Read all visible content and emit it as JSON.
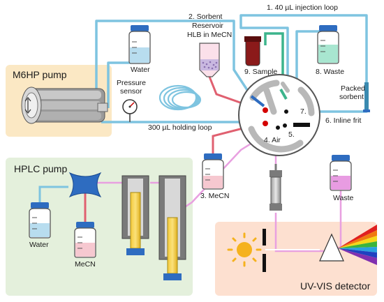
{
  "title": "",
  "panels": {
    "pump_m6hp": "M6HP pump",
    "hplc": "HPLC pump",
    "uv": "UV-VIS detector"
  },
  "labels": {
    "water_top": "Water",
    "pressure_line1": "Pressure",
    "pressure_line2": "sensor",
    "holding_loop": "300 µL holding loop",
    "sorbent_line1": "2. Sorbent",
    "sorbent_line2": "Reservoir",
    "sorbent_line3": "HLB in MeCN",
    "injection_loop": "1. 40 µL injection loop",
    "sample": "9. Sample",
    "waste_top": "8. Waste",
    "packed_line1": "Packed",
    "packed_line2": "sorbent",
    "inline_frit": "6. Inline frit",
    "port7": "7.",
    "port5": "5.",
    "port4": "4. Air",
    "mecn_valve": "3. MeCN",
    "water_hplc": "Water",
    "mecn_hplc": "MeCN",
    "waste_bottom": "Waste"
  },
  "colors": {
    "blue_line": "#7ec4e0",
    "red_line": "#e06070",
    "pink_line": "#e8a0e0",
    "green_line": "#3cb48c",
    "m6hp_bg": "#fbe8c4",
    "hplc_bg": "#e4f0dc",
    "uv_bg": "#fde0d0",
    "cap_blue": "#2e6cc0"
  }
}
